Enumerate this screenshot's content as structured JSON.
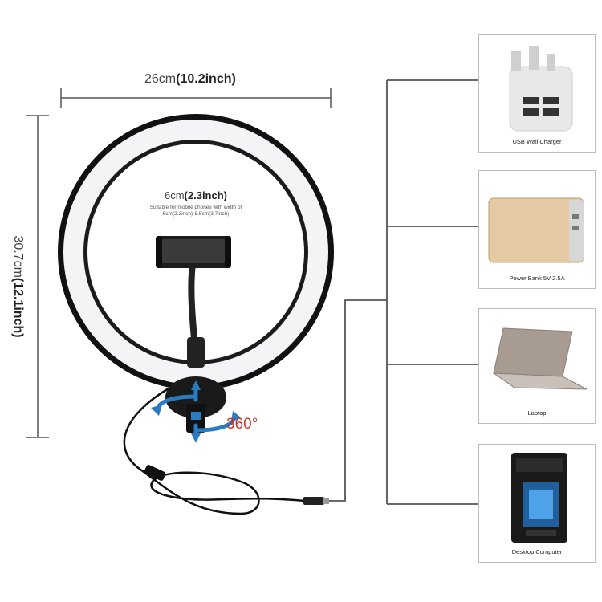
{
  "dimensions": {
    "width_prefix": "26cm",
    "width_suffix": "(10.2inch)",
    "height_prefix": "30.7cm",
    "height_suffix": "(12.1inch)",
    "clamp_prefix": "6cm",
    "clamp_suffix": "(2.3inch)",
    "clamp_note_line1": "Suitable for mobile phones with width of",
    "clamp_note_line2": "6cm(2.3inch)-8.5cm(3.7inch)"
  },
  "rotation_label": "360°",
  "power_sources": [
    {
      "label": "USB Wall Charger",
      "icon": "usb-wall-charger-icon"
    },
    {
      "label": "Power Bank  5V 2.5A",
      "icon": "power-bank-icon"
    },
    {
      "label": "Laptop",
      "icon": "laptop-icon"
    },
    {
      "label": "Desktop Computer",
      "icon": "desktop-computer-icon"
    }
  ],
  "colors": {
    "ring_outer": "#111111",
    "ring_light": "#f4f4f6",
    "rotation_arrows": "#2a7bbf",
    "rotation_text": "#c0392b",
    "connector_lines": "#555555",
    "power_bank": "#e5c9a2"
  }
}
